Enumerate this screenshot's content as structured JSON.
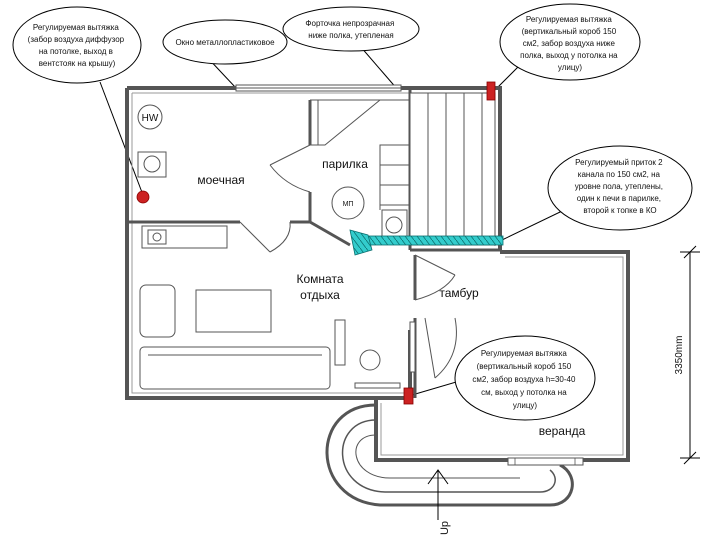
{
  "callouts": {
    "vent_top_left": [
      "Регулируемая вытяжка",
      "(забор воздуха диффузор",
      "на потолке, выход в",
      "вентстояк на крышу)"
    ],
    "window": [
      "Окно металлопластиковое"
    ],
    "vent_window": [
      "Форточка непрозрачная",
      "ниже полка, утепленая"
    ],
    "vent_top_right": [
      "Регулируемая вытяжка",
      "(вертикальный короб 150",
      "см2, забор воздуха ниже",
      "полка, выход у потолка на",
      "улицу)"
    ],
    "intake": [
      "Регулируемый приток 2",
      "канала по 150 см2, на",
      "уровне пола, утеплены,",
      "один к печи в парилке,",
      "второй к топке в КО"
    ],
    "vent_bottom": [
      "Регулируемая вытяжка",
      "(вертикальный короб 150",
      "см2, забор воздуха h=30-40",
      "см, выход у потолка на",
      "улицу)"
    ]
  },
  "rooms": {
    "wash": "моечная",
    "steam": "парилка",
    "rest_line1": "Комната",
    "rest_line2": "отдыха",
    "vestibule": "тамбур",
    "veranda": "веранда"
  },
  "labels": {
    "hw": "HW",
    "stove": "МП",
    "dimension": "3350mm",
    "up": "Up"
  },
  "colors": {
    "vent_marker": "#cc2222",
    "intake_duct": "#33cccc",
    "wall": "#555555"
  }
}
